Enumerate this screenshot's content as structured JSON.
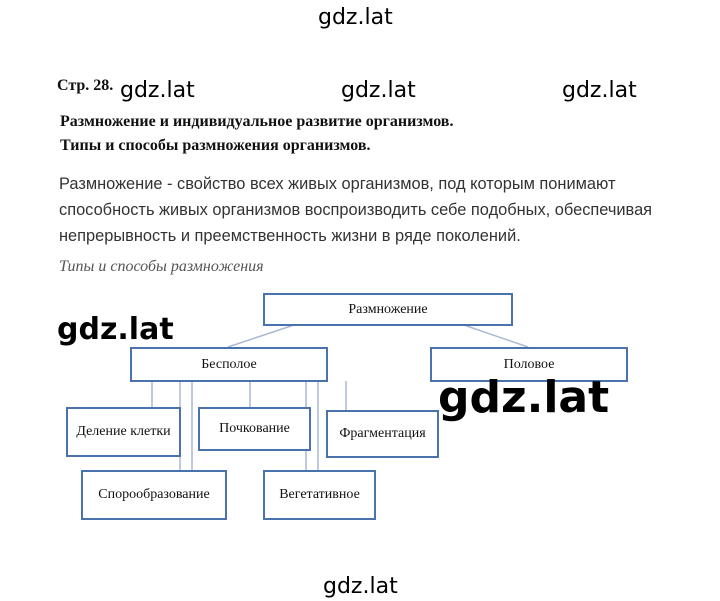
{
  "watermark": "gdz.lat",
  "page_ref": "Стр. 28.",
  "heading": {
    "line1": "Размножение и индивидуальное развитие организмов.",
    "line2": "Типы и способы размножения организмов."
  },
  "paragraph": "Размножение - свойство всех живых организмов, под которым понимают способность живых организмов воспроизводить себе подобных, обеспечивая непрерывность и преемственность жизни в ряде поколений.",
  "subheading": "Типы и способы размножения",
  "diagram": {
    "root": "Размножение",
    "asexual": "Бесполое",
    "sexual": "Половое",
    "methods": {
      "cell_division": "Деление клетки",
      "budding": "Почкование",
      "fragmentation": "Фрагментация",
      "sporulation": "Спорообразование",
      "vegetative": "Вегетативное"
    }
  },
  "colors": {
    "box_border": "#4a72ad",
    "text": "#111111",
    "watermark": "#000000"
  }
}
